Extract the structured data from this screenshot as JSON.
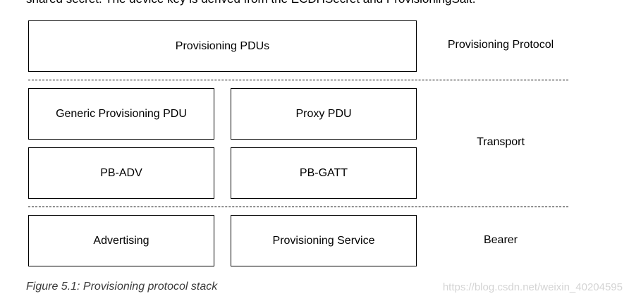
{
  "header": {
    "partial_text": "shared secret. The device key is derived from the ECDHSecret and ProvisioningSalt."
  },
  "boxes": {
    "provisioning_pdus": "Provisioning PDUs",
    "generic_provisioning_pdu": "Generic Provisioning PDU",
    "proxy_pdu": "Proxy PDU",
    "pb_adv": "PB-ADV",
    "pb_gatt": "PB-GATT",
    "advertising": "Advertising",
    "provisioning_service": "Provisioning Service"
  },
  "layers": {
    "protocol": "Provisioning Protocol",
    "transport": "Transport",
    "bearer": "Bearer"
  },
  "caption": "Figure 5.1: Provisioning protocol stack",
  "watermark": "https://blog.csdn.net/weixin_40204595"
}
